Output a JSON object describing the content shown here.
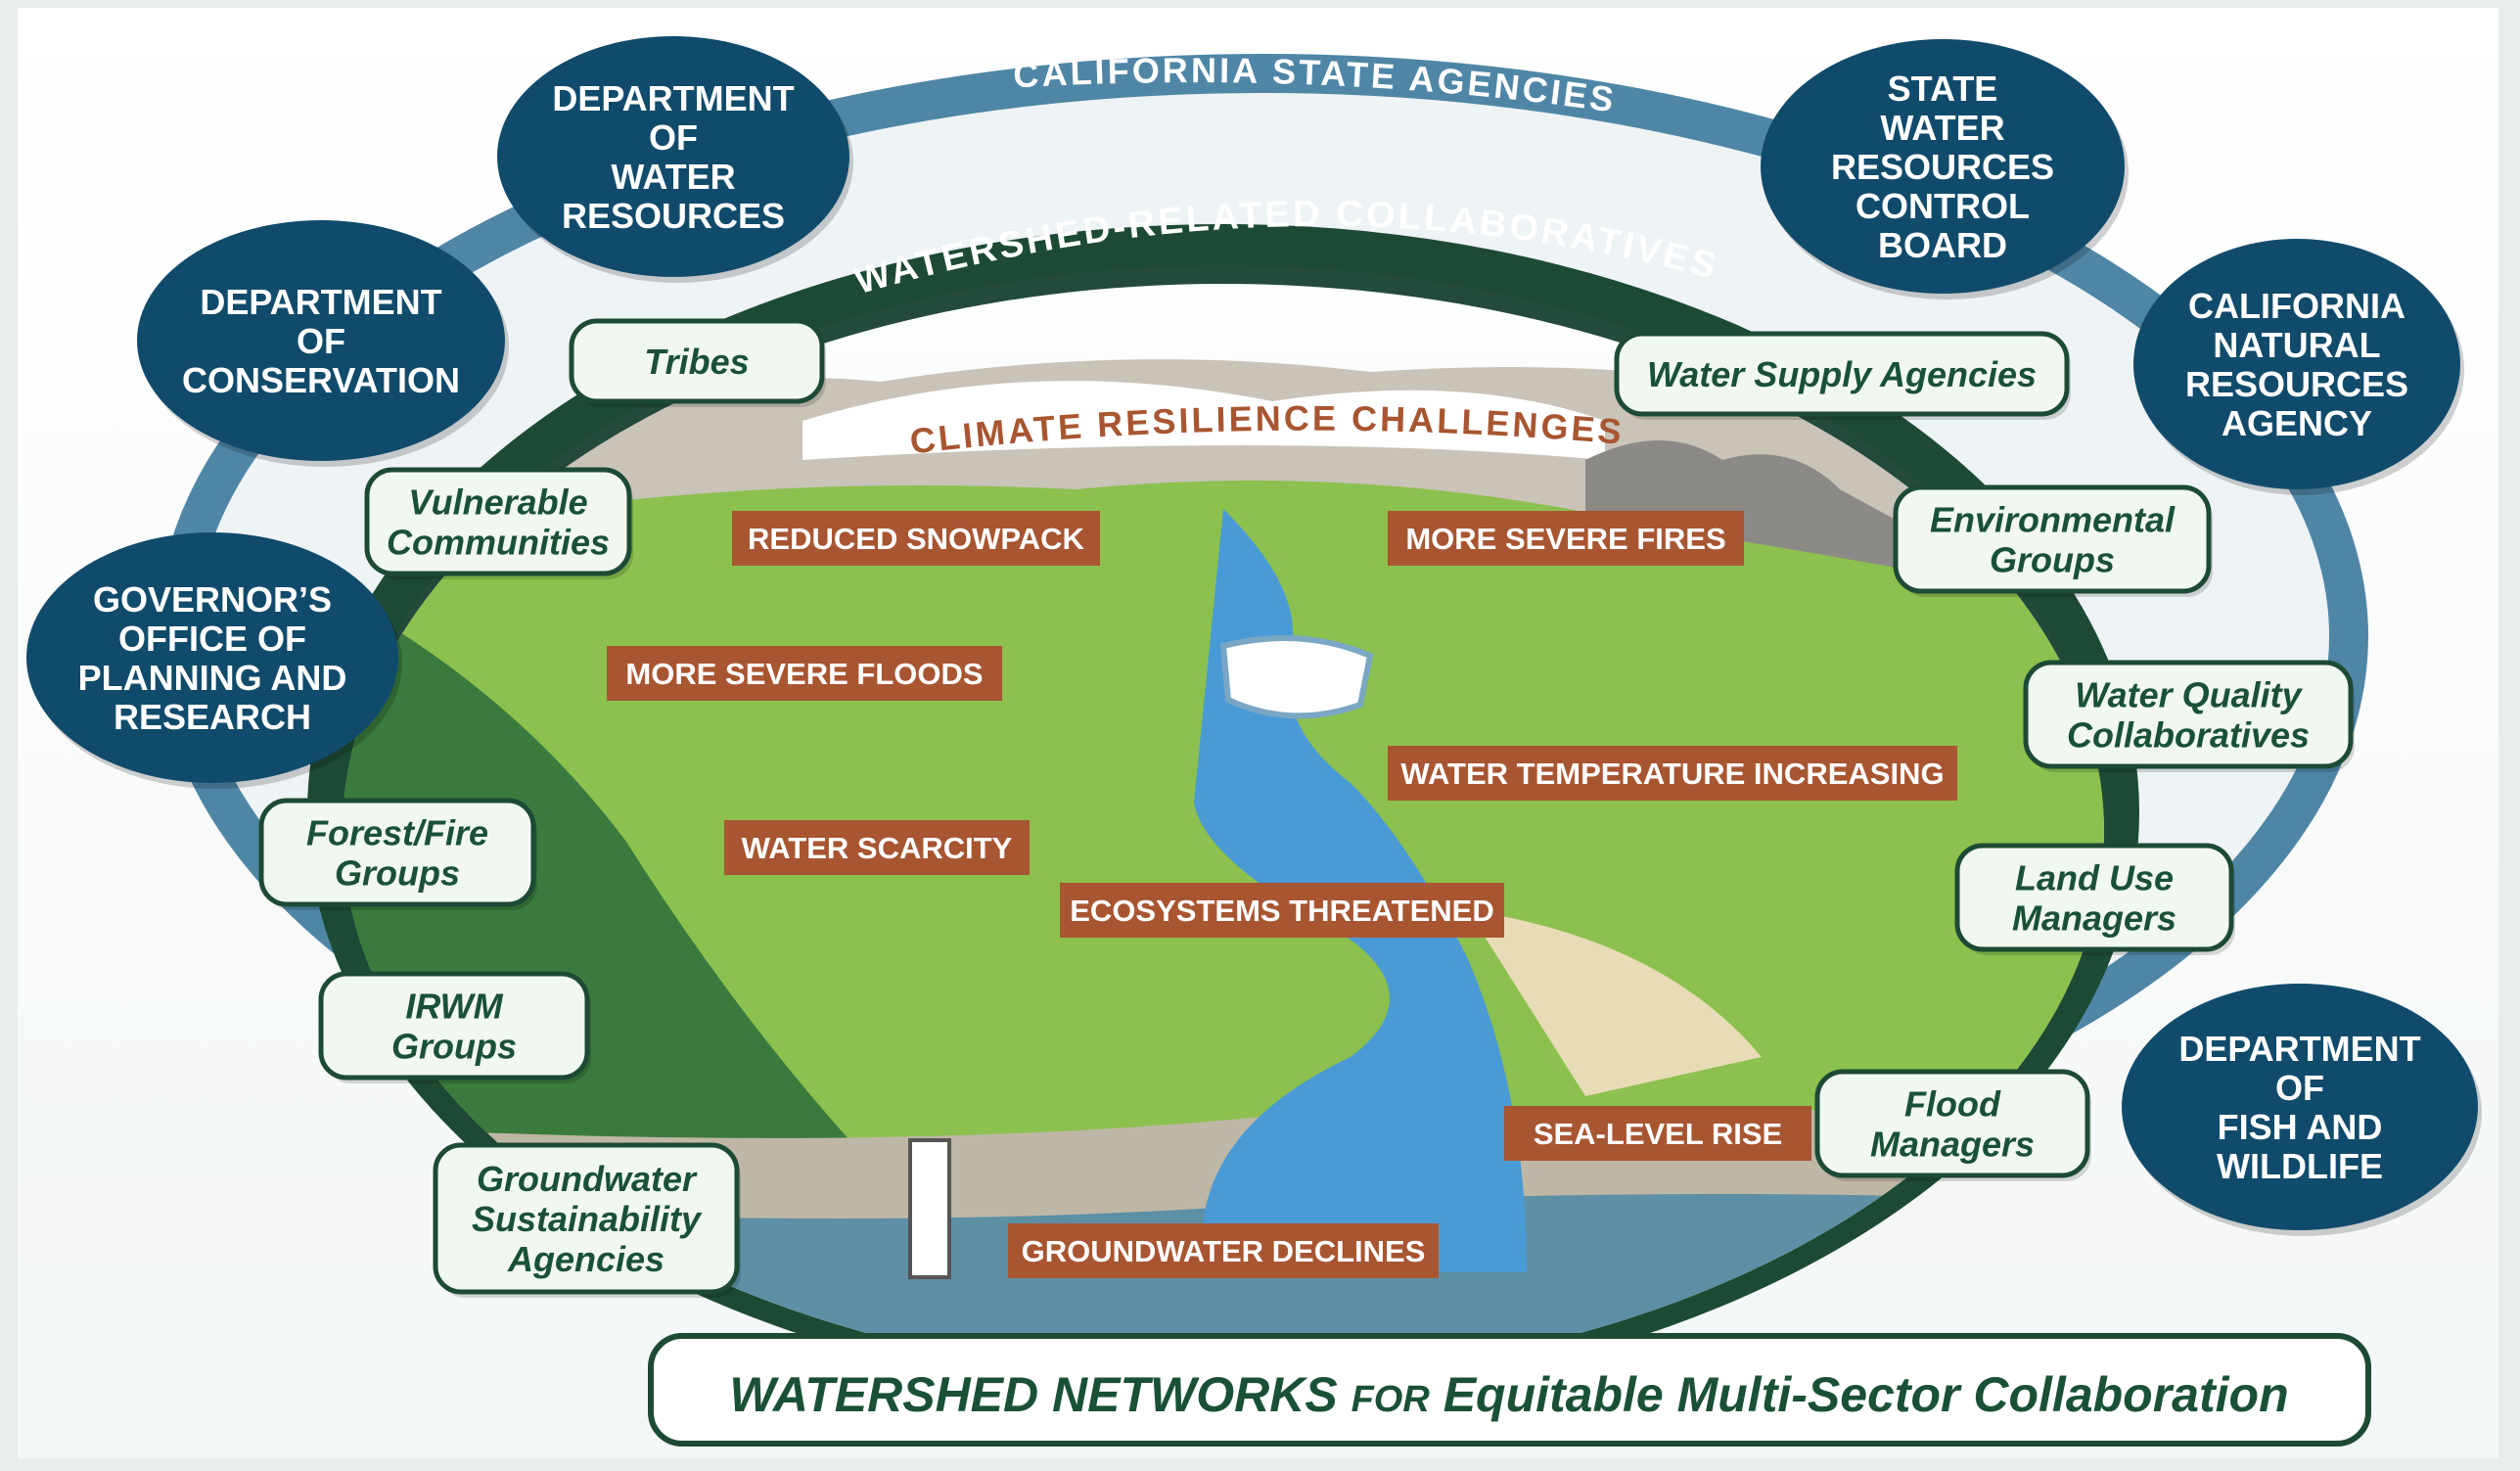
{
  "outer_ring_label": "CALIFORNIA STATE AGENCIES",
  "inner_ring_label": "WATERSHED-RELATED COLLABORATIVES",
  "center_heading": "CLIMATE RESILIENCE CHALLENGES",
  "agencies": [
    {
      "lines": [
        "DEPARTMENT",
        "OF",
        "WATER",
        "RESOURCES"
      ]
    },
    {
      "lines": [
        "STATE",
        "WATER",
        "RESOURCES",
        "CONTROL",
        "BOARD"
      ]
    },
    {
      "lines": [
        "DEPARTMENT",
        "OF",
        "CONSERVATION"
      ]
    },
    {
      "lines": [
        "CALIFORNIA",
        "NATURAL",
        "RESOURCES",
        "AGENCY"
      ]
    },
    {
      "lines": [
        "GOVERNOR’S",
        "OFFICE OF",
        "PLANNING AND",
        "RESEARCH"
      ]
    },
    {
      "lines": [
        "DEPARTMENT",
        "OF",
        "FISH AND",
        "WILDLIFE"
      ]
    }
  ],
  "collaboratives": [
    {
      "lines": [
        "Tribes"
      ]
    },
    {
      "lines": [
        "Water Supply Agencies"
      ]
    },
    {
      "lines": [
        "Vulnerable",
        "Communities"
      ]
    },
    {
      "lines": [
        "Environmental",
        "Groups"
      ]
    },
    {
      "lines": [
        "Water Quality",
        "Collaboratives"
      ]
    },
    {
      "lines": [
        "Forest/Fire",
        "Groups"
      ]
    },
    {
      "lines": [
        "Land Use",
        "Managers"
      ]
    },
    {
      "lines": [
        "IRWM",
        "Groups"
      ]
    },
    {
      "lines": [
        "Flood",
        "Managers"
      ]
    },
    {
      "lines": [
        "Groundwater",
        "Sustainability",
        "Agencies"
      ]
    }
  ],
  "challenges": [
    "REDUCED SNOWPACK",
    "MORE SEVERE FIRES",
    "MORE SEVERE FLOODS",
    "WATER TEMPERATURE INCREASING",
    "WATER SCARCITY",
    "ECOSYSTEMS THREATENED",
    "SEA-LEVEL RISE",
    "GROUNDWATER DECLINES"
  ],
  "banner": {
    "part1": "WATERSHED NETWORKS ",
    "part2": "FOR",
    "part3": " Equitable Multi-Sector Collaboration"
  },
  "colors": {
    "agency_navy": "#114b6b",
    "outer_ring": "#4f86a6",
    "inner_ring": "#1d4a34",
    "collab_text": "#1a5136",
    "challenge_bg": "#a85531",
    "land_green": "#8cc04f",
    "water_blue": "#4a9ad6"
  }
}
